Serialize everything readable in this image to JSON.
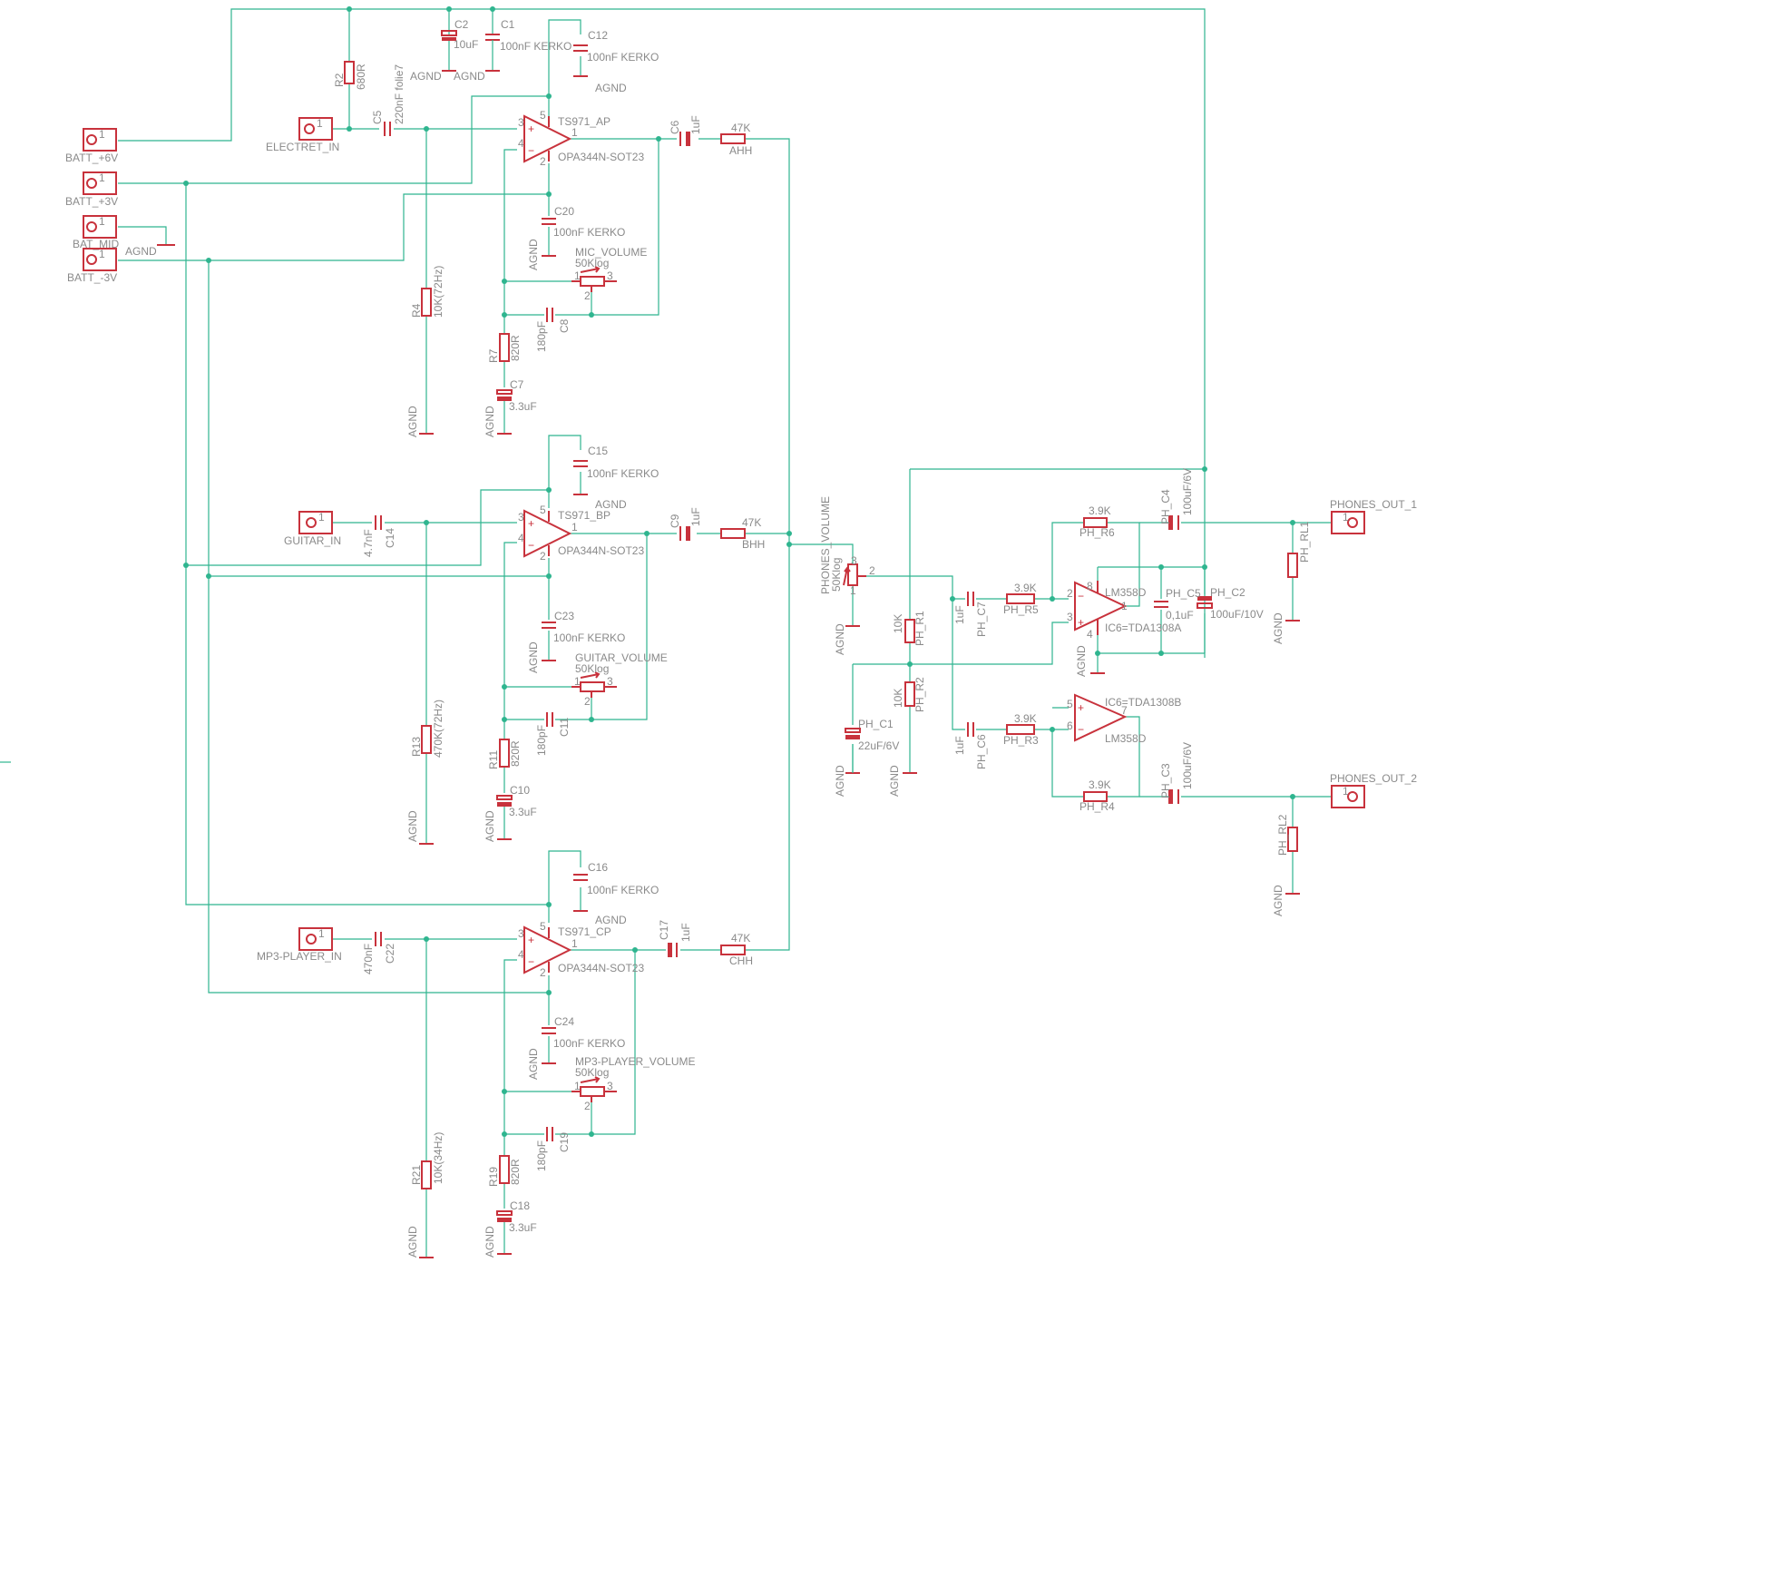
{
  "net_labels": {
    "agnd": "AGND"
  },
  "connectors": [
    {
      "id": "batt_p6",
      "label": "BATT_+6V",
      "pin": "1"
    },
    {
      "id": "batt_p3",
      "label": "BATT_+3V",
      "pin": "1"
    },
    {
      "id": "bat_mid",
      "label": "BAT_MID",
      "pin": "1"
    },
    {
      "id": "batt_m3",
      "label": "BATT_-3V",
      "pin": "1"
    },
    {
      "id": "electret_in",
      "label": "ELECTRET_IN",
      "pin": "1"
    },
    {
      "id": "guitar_in",
      "label": "GUITAR_IN",
      "pin": "1"
    },
    {
      "id": "mp3_in",
      "label": "MP3-PLAYER_IN",
      "pin": "1"
    },
    {
      "id": "phones_out_1",
      "label": "PHONES_OUT_1",
      "pin": "1"
    },
    {
      "id": "phones_out_2",
      "label": "PHONES_OUT_2",
      "pin": "1"
    }
  ],
  "resistors": [
    {
      "name": "R2",
      "value": "680R"
    },
    {
      "name": "R4",
      "value": "10K(72Hz)"
    },
    {
      "name": "R7",
      "value": "820R"
    },
    {
      "name": "AHH",
      "value": "47K"
    },
    {
      "name": "R13",
      "value": "470K(72Hz)"
    },
    {
      "name": "R11",
      "value": "820R"
    },
    {
      "name": "BHH",
      "value": "47K"
    },
    {
      "name": "R21",
      "value": "10K(34Hz)"
    },
    {
      "name": "R19",
      "value": "820R"
    },
    {
      "name": "CHH",
      "value": "47K"
    },
    {
      "name": "PH_R1",
      "value": "10K"
    },
    {
      "name": "PH_R2",
      "value": "10K"
    },
    {
      "name": "PH_R3",
      "value": "3.9K"
    },
    {
      "name": "PH_R4",
      "value": "3.9K"
    },
    {
      "name": "PH_R5",
      "value": "3.9K"
    },
    {
      "name": "PH_R6",
      "value": "3.9K"
    },
    {
      "name": "PH_RL1",
      "value": ""
    },
    {
      "name": "PH_RL2",
      "value": ""
    }
  ],
  "capacitors": [
    {
      "name": "C2",
      "value": "10uF"
    },
    {
      "name": "C1",
      "value": "100nF KERKO"
    },
    {
      "name": "C12",
      "value": "100nF KERKO"
    },
    {
      "name": "C5",
      "value": "220nF folie7"
    },
    {
      "name": "C6",
      "value": "1uF"
    },
    {
      "name": "C20",
      "value": "100nF KERKO"
    },
    {
      "name": "C8",
      "value": "180pF"
    },
    {
      "name": "C7",
      "value": "3.3uF"
    },
    {
      "name": "C15",
      "value": "100nF KERKO"
    },
    {
      "name": "C14",
      "value": "4.7nF"
    },
    {
      "name": "C9",
      "value": "1uF"
    },
    {
      "name": "C23",
      "value": "100nF KERKO"
    },
    {
      "name": "C11",
      "value": "180pF"
    },
    {
      "name": "C10",
      "value": "3.3uF"
    },
    {
      "name": "C16",
      "value": "100nF KERKO"
    },
    {
      "name": "C22",
      "value": "470nF"
    },
    {
      "name": "C17",
      "value": "1uF"
    },
    {
      "name": "C24",
      "value": "100nF KERKO"
    },
    {
      "name": "C19",
      "value": "180pF"
    },
    {
      "name": "C18",
      "value": "3.3uF"
    },
    {
      "name": "PH_C1",
      "value": "22uF/6V"
    },
    {
      "name": "PH_C2",
      "value": "100uF/10V"
    },
    {
      "name": "PH_C3",
      "value": "100uF/6V"
    },
    {
      "name": "PH_C4",
      "value": "100uF/6V"
    },
    {
      "name": "PH_C5",
      "value": "0,1uF"
    },
    {
      "name": "PH_C6",
      "value": "1uF"
    },
    {
      "name": "PH_C7",
      "value": "1uF"
    }
  ],
  "potentiometers": [
    {
      "name": "MIC_VOLUME",
      "value": "50Klog"
    },
    {
      "name": "GUITAR_VOLUME",
      "value": "50Klog"
    },
    {
      "name": "MP3-PLAYER_VOLUME",
      "value": "50Klog"
    },
    {
      "name": "PHONES_VOLUME",
      "value": "50Klog"
    }
  ],
  "opamps": [
    {
      "name": "TS971_AP",
      "value": "OPA344N-SOT23"
    },
    {
      "name": "TS971_BP",
      "value": "OPA344N-SOT23"
    },
    {
      "name": "TS971_CP",
      "value": "OPA344N-SOT23"
    },
    {
      "name": "IC6=TDA1308A",
      "value": "LM358D"
    },
    {
      "name": "IC6=TDA1308B",
      "value": "LM358D"
    }
  ],
  "pins": {
    "p1": "1",
    "p2": "2",
    "p3": "3",
    "p4": "4",
    "p5": "5",
    "p6": "6",
    "p7": "7",
    "p8": "8",
    "plus": "+",
    "minus": "−"
  },
  "colors": {
    "wire": "#2fb58f",
    "part": "#c8323c",
    "text": "#8a8a8a"
  }
}
